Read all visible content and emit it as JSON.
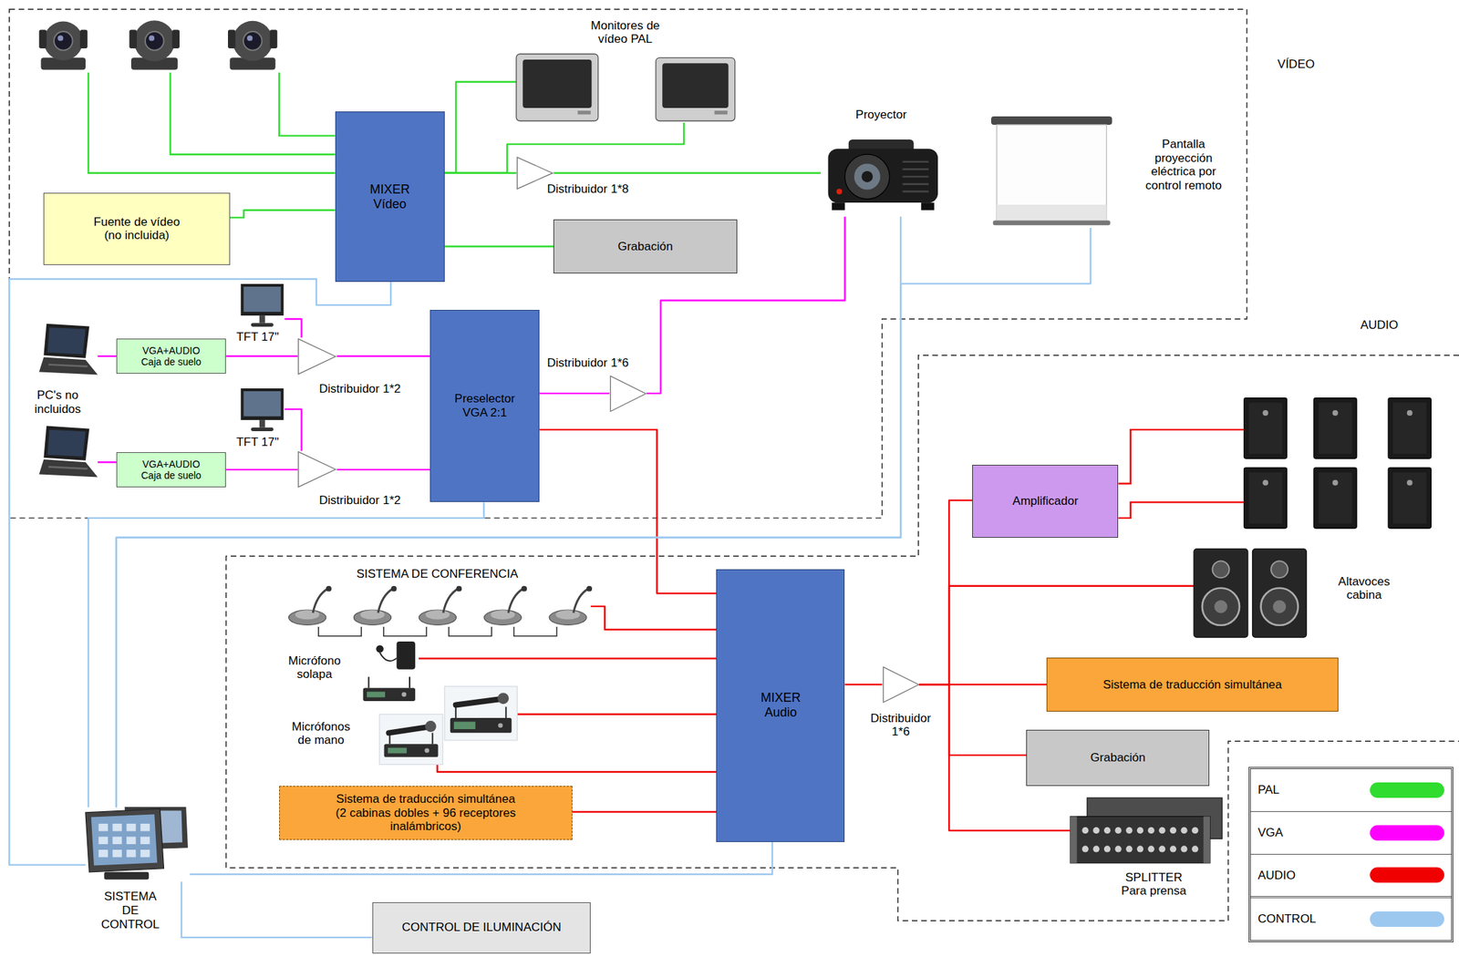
{
  "diagram": {
    "nodes": [
      {
        "text": [
          "MIXER Vídeo"
        ]
      },
      {
        "text": [
          "Fuente de vídeo (no incluida)"
        ]
      },
      {
        "text": [
          "Monitores de vídeo PAL"
        ]
      },
      {
        "text": [
          "Distribuidor 1*8"
        ]
      },
      {
        "text": [
          "Proyector"
        ]
      },
      {
        "text": [
          "Pantalla proyección eléctrica por control remoto"
        ]
      },
      {
        "text": [
          "Grabación"
        ]
      },
      {
        "text": [
          "VGA+AUDIO Caja de suelo"
        ]
      },
      {
        "text": [
          "TFT 17\""
        ]
      },
      {
        "text": [
          "Distribuidor 1*2"
        ]
      },
      {
        "text": [
          "VGA+AUDIO Caja de suelo"
        ]
      },
      {
        "text": [
          "TFT 17\""
        ]
      },
      {
        "text": [
          "Distribuidor 1*2"
        ]
      },
      {
        "text": [
          "Preselector VGA 2:1"
        ]
      },
      {
        "text": [
          "Distribuidor 1*6"
        ]
      },
      {
        "text": [
          "SISTEMA DE CONFERENCIA"
        ]
      },
      {
        "text": [
          "Micrófono solapa"
        ]
      },
      {
        "text": [
          "Micrófonos de mano"
        ]
      },
      {
        "text": [
          "Sistema de traducción simultánea (2 cabinas dobles + 96 receptores inalámbricos)"
        ]
      },
      {
        "text": [
          "MIXER Audio"
        ]
      },
      {
        "text": [
          "Distribuidor 1*6"
        ]
      },
      {
        "text": [
          "Amplificador"
        ]
      },
      {
        "text": [
          "Altavoces cabina"
        ]
      },
      {
        "text": [
          "Sistema de traducción simultánea"
        ]
      },
      {
        "text": [
          "Grabación"
        ]
      },
      {
        "text": [
          "SPLITTER Para prensa"
        ]
      },
      {
        "text": [
          "SISTEMA DE CONTROL"
        ]
      },
      {
        "text": [
          "CONTROL DE ILUMINACIÓN"
        ]
      }
    ],
    "edges": [
      {
        "from": 1,
        "to": 0,
        "arrow": "none"
      },
      {
        "from": 0,
        "to": 2,
        "arrow": "none"
      },
      {
        "from": 0,
        "to": 2,
        "arrow": "none"
      },
      {
        "from": 0,
        "to": 3,
        "arrow": "none"
      },
      {
        "from": 3,
        "to": 4,
        "arrow": "none"
      },
      {
        "from": 0,
        "to": 6,
        "arrow": "none"
      },
      {
        "from": 7,
        "to": 9,
        "arrow": "none"
      },
      {
        "from": 9,
        "to": 8,
        "arrow": "none"
      },
      {
        "from": 9,
        "to": 13,
        "arrow": "none"
      },
      {
        "from": 10,
        "to": 12,
        "arrow": "none"
      },
      {
        "from": 12,
        "to": 11,
        "arrow": "none"
      },
      {
        "from": 12,
        "to": 13,
        "arrow": "none"
      },
      {
        "from": 13,
        "to": 14,
        "arrow": "none"
      },
      {
        "from": 14,
        "to": 4,
        "arrow": "none"
      },
      {
        "from": 13,
        "to": 19,
        "arrow": "none"
      },
      {
        "from": 15,
        "to": 19,
        "arrow": "none"
      },
      {
        "from": 16,
        "to": 19,
        "arrow": "none"
      },
      {
        "from": 17,
        "to": 19,
        "arrow": "none"
      },
      {
        "from": 17,
        "to": 19,
        "arrow": "none"
      },
      {
        "from": 18,
        "to": 19,
        "arrow": "none"
      },
      {
        "from": 19,
        "to": 20,
        "arrow": "none"
      },
      {
        "from": 20,
        "to": 21,
        "arrow": "none"
      },
      {
        "from": 20,
        "to": 22,
        "arrow": "none"
      },
      {
        "from": 20,
        "to": 23,
        "arrow": "none"
      },
      {
        "from": 20,
        "to": 24,
        "arrow": "none"
      },
      {
        "from": 20,
        "to": 25,
        "arrow": "none"
      },
      {
        "from": 26,
        "to": 0,
        "arrow": "none"
      },
      {
        "from": 26,
        "to": 13,
        "arrow": "none"
      },
      {
        "from": 26,
        "to": 4,
        "arrow": "none"
      },
      {
        "from": 26,
        "to": 5,
        "arrow": "none"
      },
      {
        "from": 26,
        "to": 19,
        "arrow": "none"
      },
      {
        "from": 26,
        "to": 27,
        "arrow": "none"
      }
    ],
    "labels": [
      "VÍDEO",
      "AUDIO",
      "PC's no incluidos"
    ],
    "legend": [
      {
        "text": "PAL",
        "color": "#2fdc2f"
      },
      {
        "text": "VGA",
        "color": "#ff00ff"
      },
      {
        "text": "AUDIO",
        "color": "#f00000"
      },
      {
        "text": "CONTROL",
        "color": "#9cc8f0"
      }
    ]
  }
}
